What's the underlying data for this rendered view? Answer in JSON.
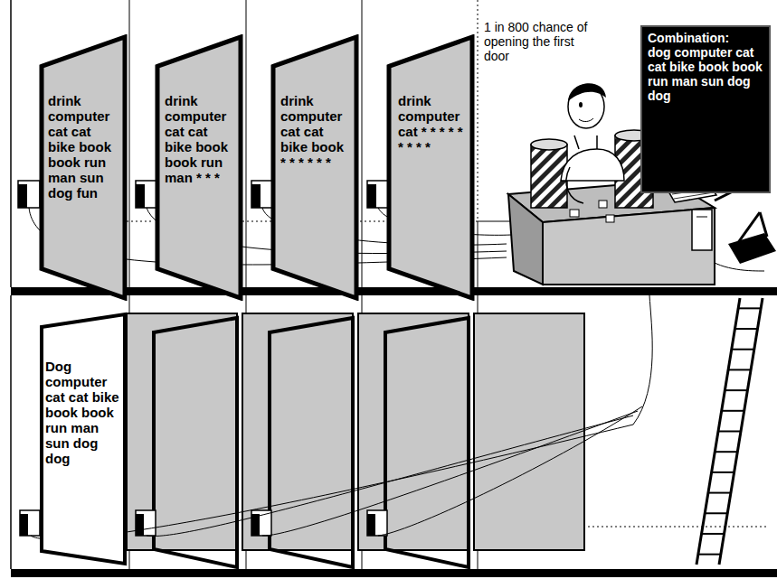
{
  "diagram": {
    "nodes": [
      {
        "text": [
          "drink computer cat cat bike book book run man sun dog fun"
        ]
      },
      {
        "text": [
          "drink computer cat cat bike book book run man * * *"
        ]
      },
      {
        "text": [
          "drink computer cat cat bike book * * * * * *"
        ]
      },
      {
        "text": [
          "drink computer cat * * * * * * * * *"
        ]
      },
      {
        "text": [
          "Combination:",
          "dog computer cat cat bike book book run man sun dog dog"
        ]
      },
      {
        "text": [
          "Dog computer cat cat bike book book run man sun dog dog"
        ]
      }
    ],
    "labels": [
      "1 in 800 chance of opening the first door"
    ]
  }
}
